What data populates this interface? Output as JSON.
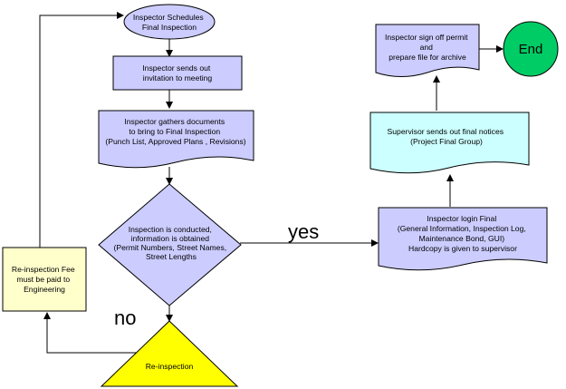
{
  "colors": {
    "process_fill": "#ccccff",
    "document_notice_fill": "#ccffff",
    "end_fill": "#00cc66",
    "reinspection_fill": "#ffff00",
    "fee_box_fill": "#ffffcc"
  },
  "nodes": {
    "schedules": {
      "lines": [
        "Inspector Schedules",
        "Final Inspection"
      ]
    },
    "invitation": {
      "lines": [
        "Inspector sends out",
        "invitation to meeting"
      ]
    },
    "gathers": {
      "lines": [
        "Inspector gathers documents",
        "to bring to Final Inspection",
        "(Punch List, Approved Plans , Revisions)"
      ]
    },
    "conducted": {
      "lines": [
        "Inspection is conducted,",
        "information is obtained",
        "(Permit Numbers, Street Names,",
        "Street  Lengths"
      ]
    },
    "reinspection": {
      "lines": [
        "Re-inspection"
      ]
    },
    "fee": {
      "lines": [
        "Re-inspection Fee",
        "must be paid to",
        "Engineering"
      ]
    },
    "login": {
      "lines": [
        "Inspector login Final",
        "(General Information, Inspection Log,",
        "Maintenance Bond, GUI)",
        "Hardcopy is given to supervisor"
      ]
    },
    "notices": {
      "lines": [
        "Supervisor sends out final notices",
        "(Project Final Group)"
      ]
    },
    "signoff": {
      "lines": [
        "Inspector sign off permit",
        "and",
        "prepare file for archive"
      ]
    },
    "end": {
      "lines": [
        "End"
      ]
    }
  },
  "edge_labels": {
    "yes": "yes",
    "no": "no"
  }
}
